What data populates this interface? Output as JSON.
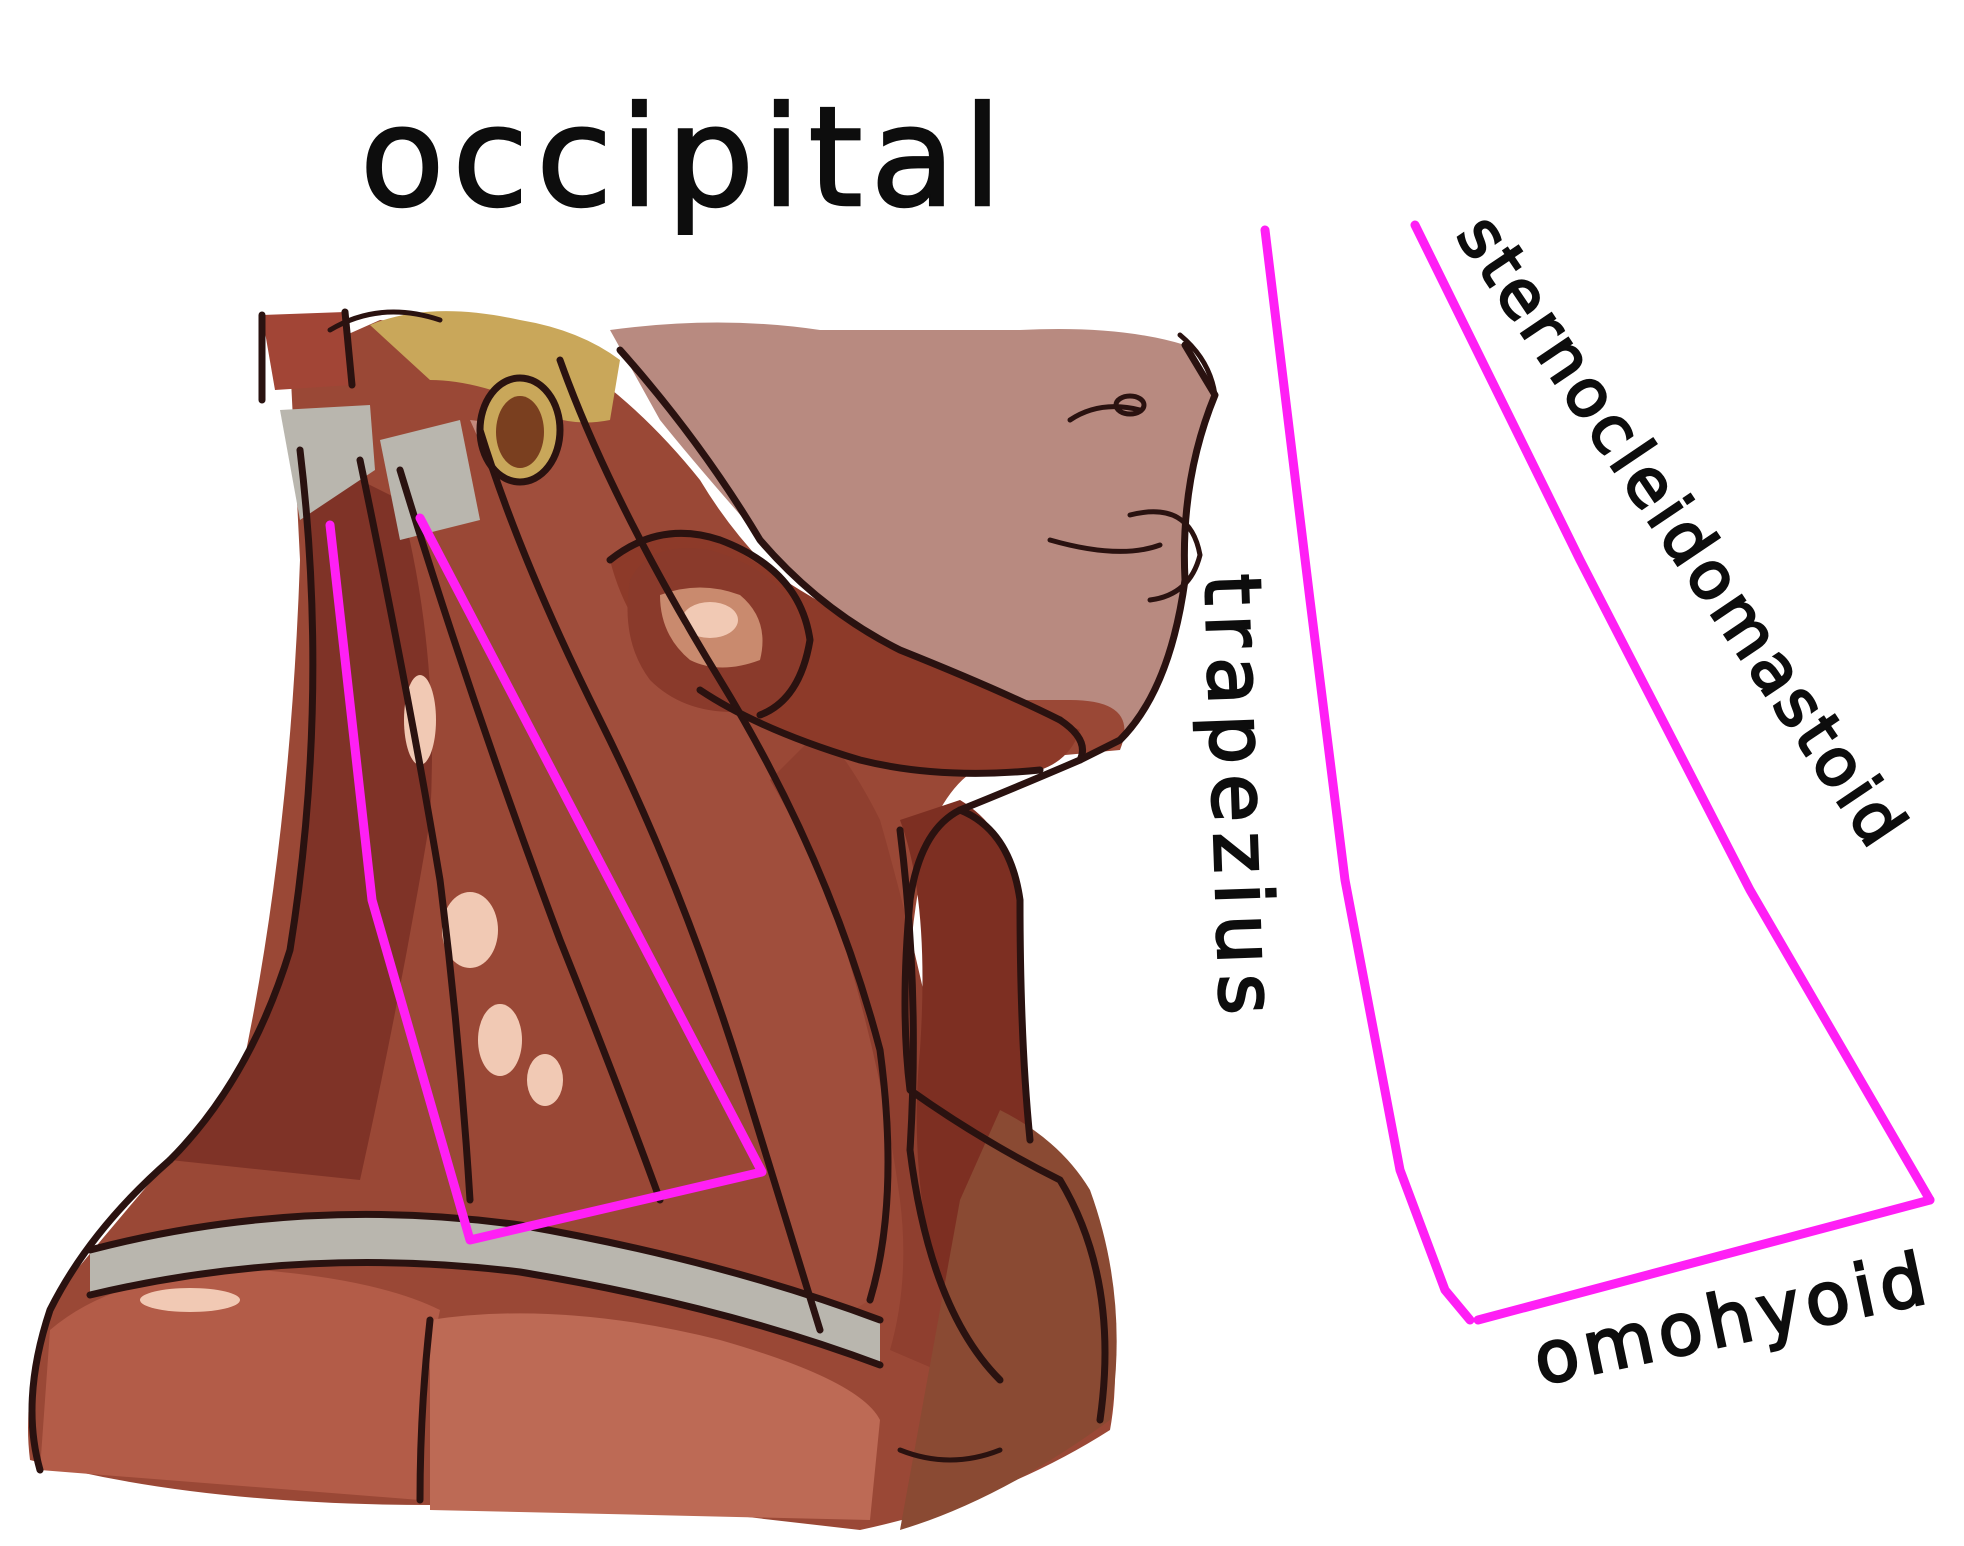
{
  "diagram": {
    "title": "occipital",
    "labels": {
      "trapezius": "trapezius",
      "sternocleidomastoid": "sternocleidomastoid",
      "omohyoid": "omohyoid"
    },
    "triangle": {
      "name": "occipital",
      "sides": [
        "trapezius",
        "sternocleidomastoid",
        "omohyoid"
      ]
    },
    "colors": {
      "triangle_outline": "#ff1ff5",
      "ink": "#2a1210",
      "skin_face": "#b88a80",
      "muscle_dark": "#8e3b2b",
      "muscle_mid": "#a95a45",
      "muscle_light": "#c9897a",
      "tendon": "#b9b6ae",
      "fat": "#c9a75a",
      "highlight": "#f1c9b4"
    },
    "illustration": "lateral neck dissection"
  }
}
